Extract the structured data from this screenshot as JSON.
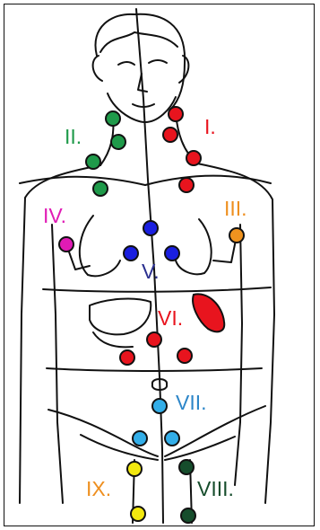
{
  "labels": [
    {
      "id": "I",
      "text": "I.",
      "color": "#e8141e"
    },
    {
      "id": "II",
      "text": "II.",
      "color": "#1f9a4a"
    },
    {
      "id": "III",
      "text": "III.",
      "color": "#ee8f1f"
    },
    {
      "id": "IV",
      "text": "IV.",
      "color": "#e01bb5"
    },
    {
      "id": "V",
      "text": "V.",
      "color": "#2a2f8f"
    },
    {
      "id": "VI",
      "text": "VI.",
      "color": "#e8141e"
    },
    {
      "id": "VII",
      "text": "VII.",
      "color": "#2d86c8"
    },
    {
      "id": "VIII",
      "text": "VIII.",
      "color": "#164d2c"
    },
    {
      "id": "IX",
      "text": "IX.",
      "color": "#ee8f1f"
    }
  ],
  "node_colors": {
    "I": "#e8141e",
    "II": "#1f9a4a",
    "III": "#f0931f",
    "IV": "#e01bb5",
    "V": "#1a1fe0",
    "VI": "#e8141e",
    "VII": "#33aee8",
    "VIII": "#164d2c",
    "IX": "#f2e80f"
  },
  "organ_color": "#e8141e",
  "outline_color": "#111111"
}
